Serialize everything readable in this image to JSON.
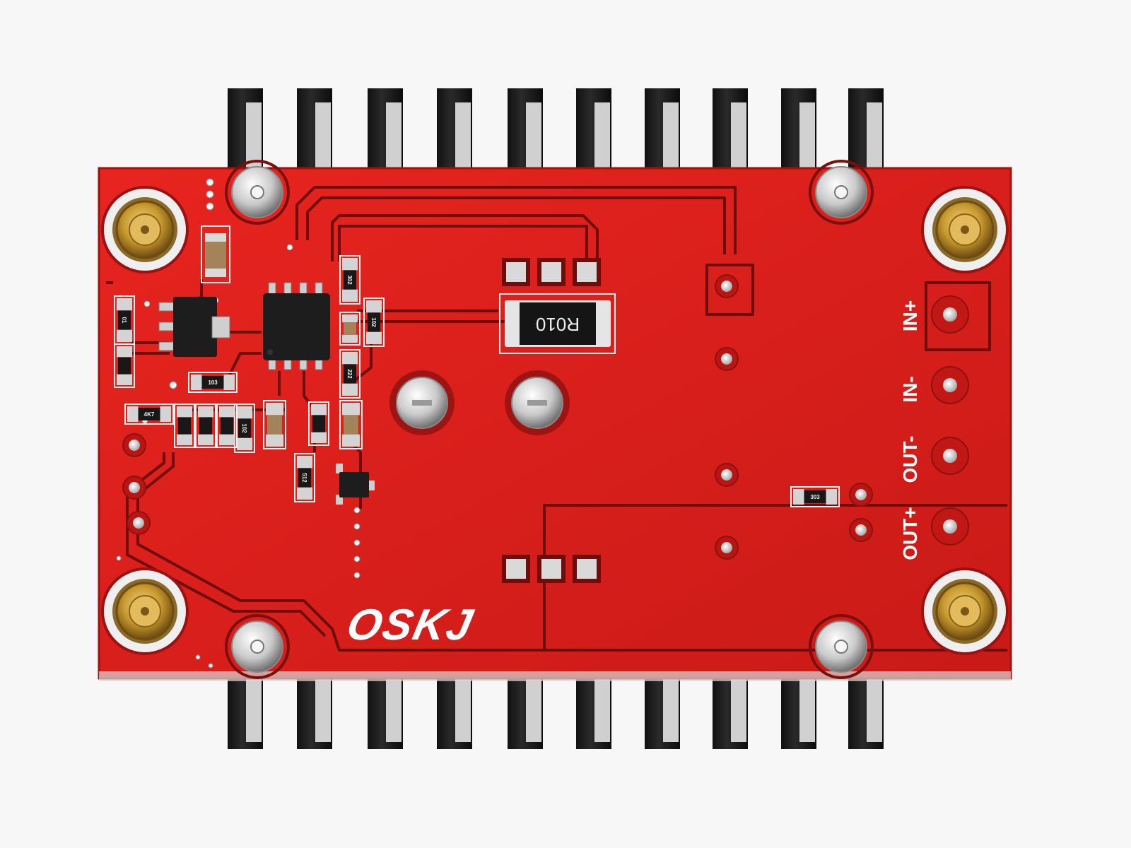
{
  "board": {
    "brand_logo": "OSKJ",
    "pin_labels": [
      "IN+",
      "IN-",
      "OUT-",
      "OUT+"
    ],
    "shunt_resistor_code": "R010",
    "smd_codes": [
      "01",
      "103",
      "302",
      "102",
      "4K7",
      "102",
      "222",
      "512",
      "303"
    ]
  },
  "colors": {
    "pcb": "#e0201c",
    "pcb_dark": "#b51414",
    "trace": "#6e0e0c",
    "heatsink": "#1c1c1c",
    "heatsink_face": "#cfcfcf",
    "brass": "#c99a2e",
    "background": "#f7f7f7"
  }
}
